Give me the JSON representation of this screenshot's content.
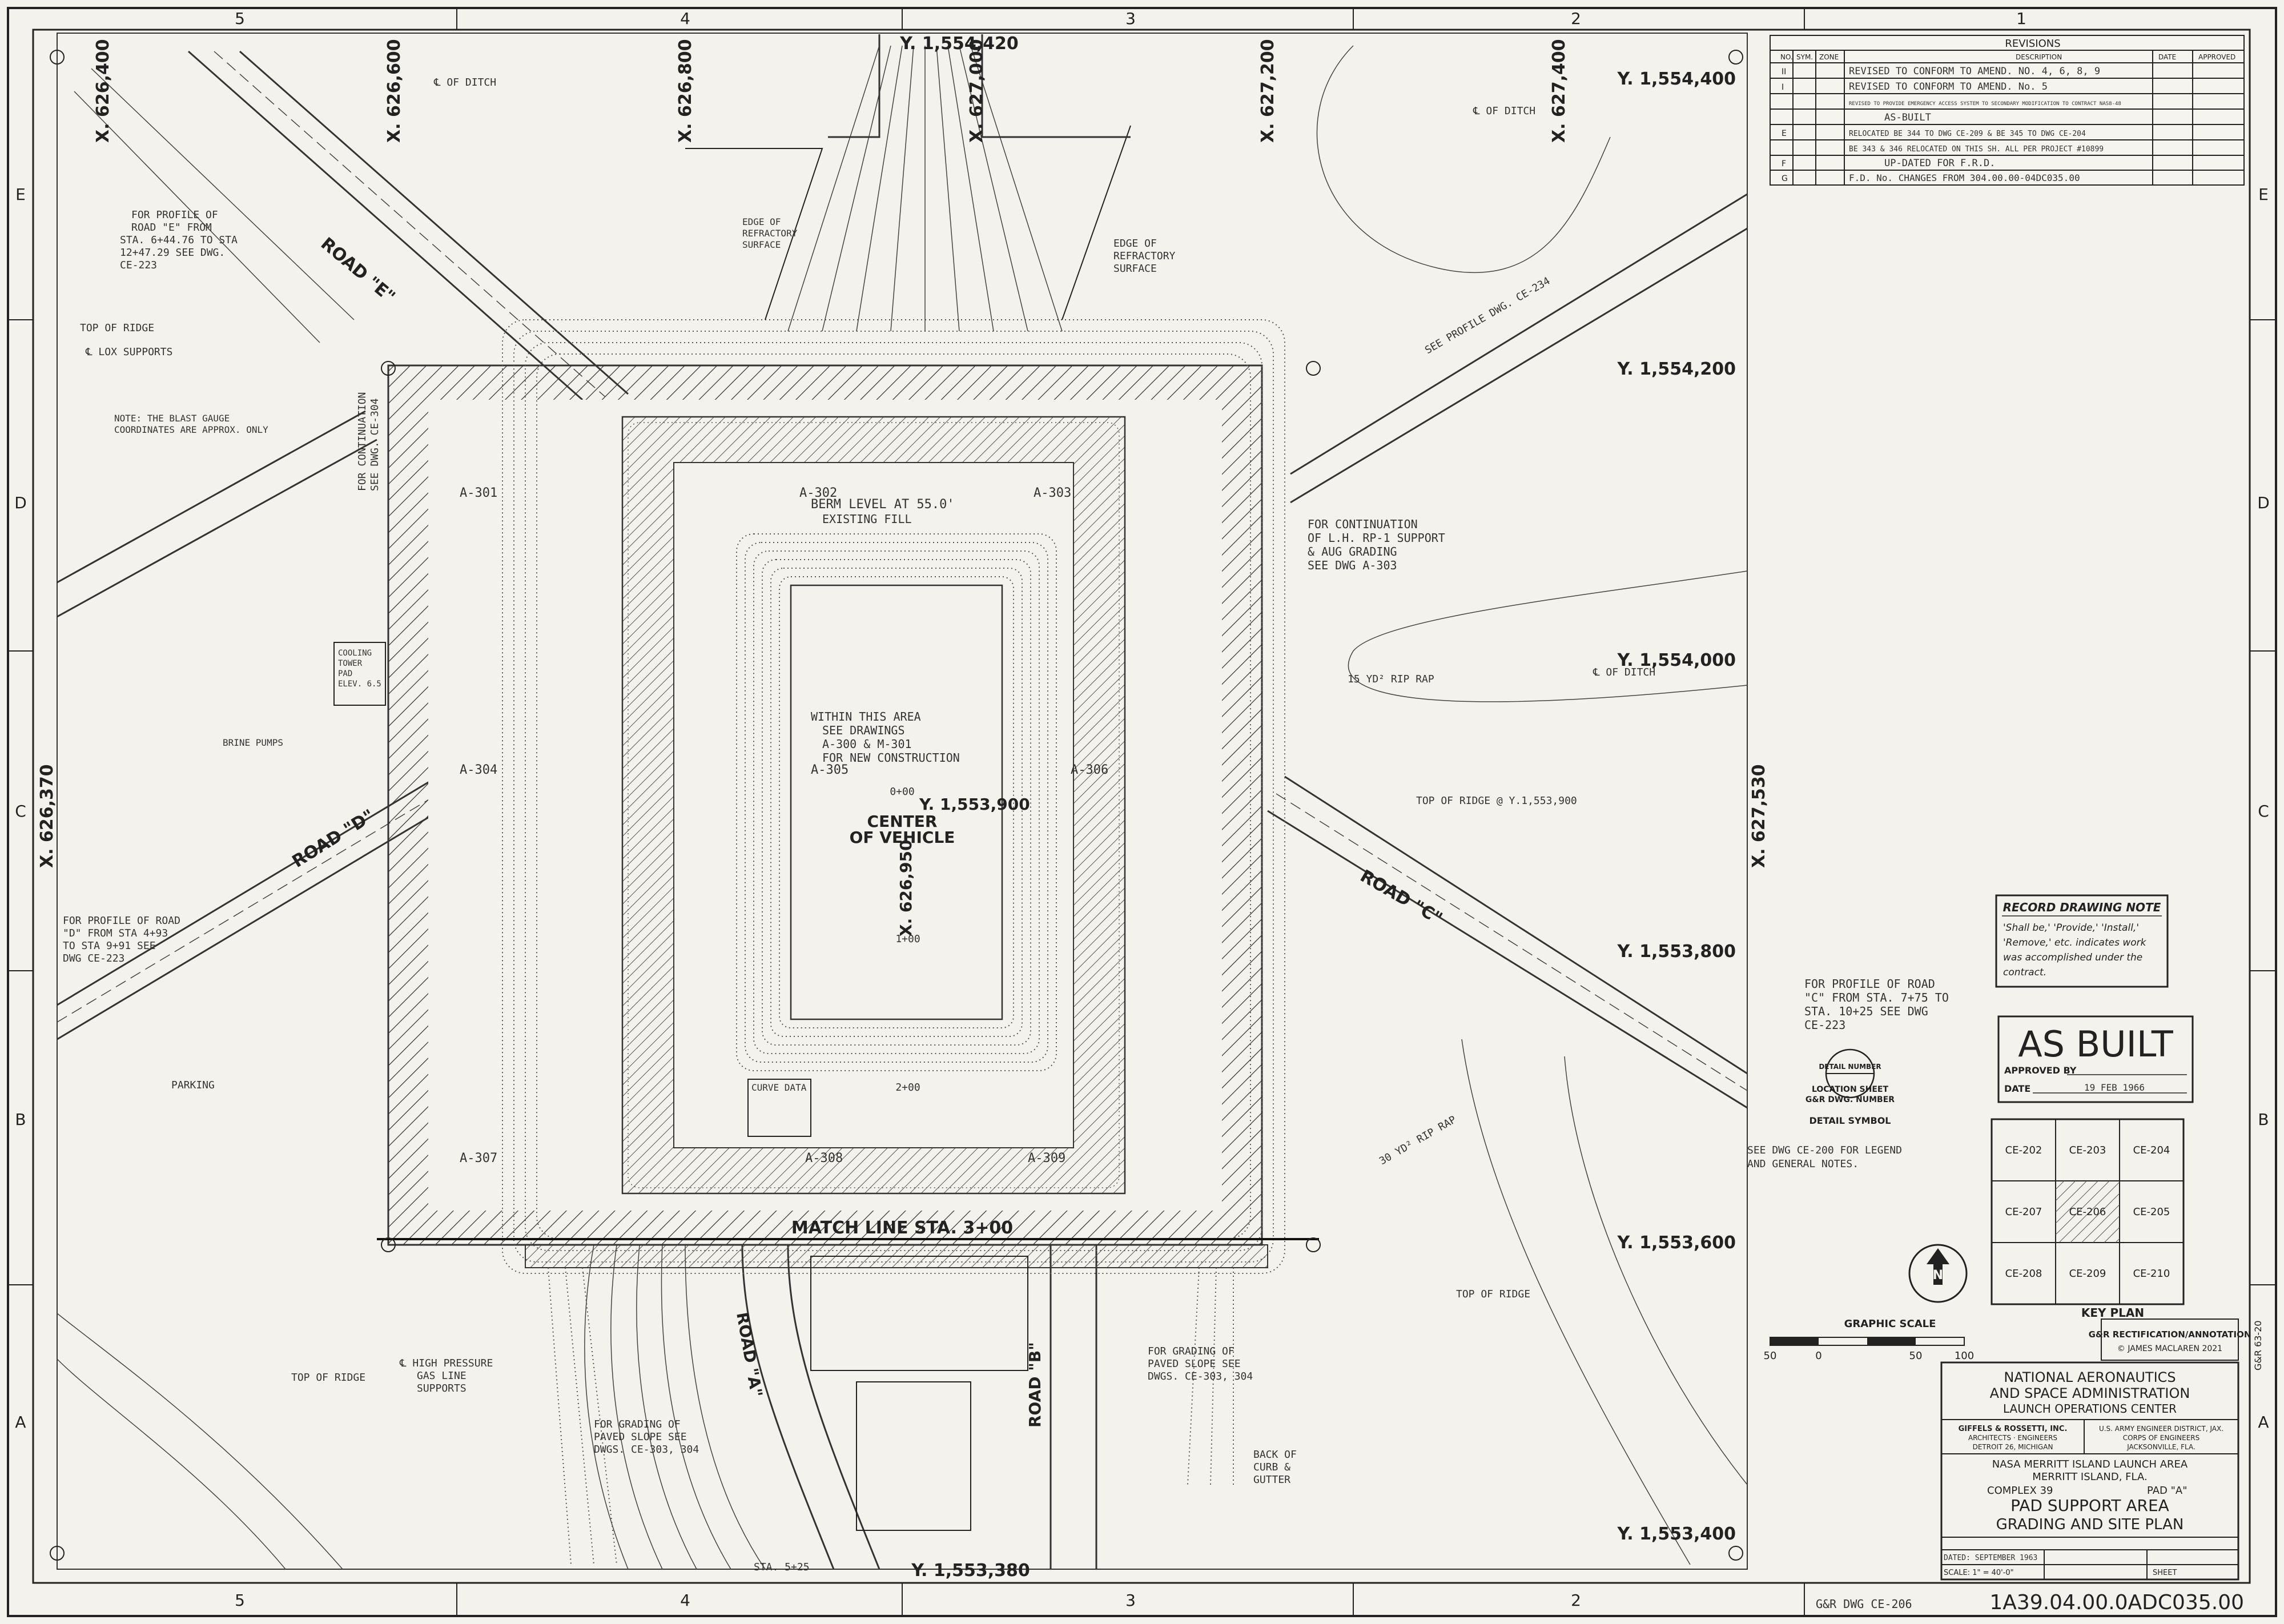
{
  "border": {
    "columns": [
      "5",
      "4",
      "3",
      "2",
      "1"
    ],
    "rows": [
      "E",
      "D",
      "C",
      "B",
      "A"
    ]
  },
  "coords": {
    "top_center": "Y. 1,554,420",
    "bottom_center": "Y. 1,553,380",
    "x_626400": "X. 626,400",
    "x_626600": "X. 626,600",
    "x_626800": "X. 626,800",
    "x_627000": "X. 627,000",
    "x_627200": "X. 627,200",
    "x_627400": "X. 627,400",
    "x_626370": "X. 626,370",
    "x_627530": "X. 627,530",
    "y_1554400": "Y. 1,554,400",
    "y_1554200": "Y. 1,554,200",
    "y_1554000": "Y. 1,554,000",
    "y_1553800": "Y. 1,553,800",
    "y_1553600": "Y. 1,553,600",
    "y_1553400": "Y. 1,553,400"
  },
  "plan": {
    "center_coord": "Y. 1,553,900",
    "center_label_1": "CENTER",
    "center_label_2": "OF VEHICLE",
    "center_x": "X. 626,950",
    "berm_1": "BERM LEVEL AT 55.0'",
    "berm_2": "EXISTING FILL",
    "within_1": "WITHIN THIS AREA",
    "within_2": "SEE DRAWINGS",
    "within_3": "A-300 & M-301",
    "within_4": "FOR NEW CONSTRUCTION",
    "match_line": "MATCH LINE STA. 3+00",
    "sheet_refs": [
      "A-301",
      "A-302",
      "A-303",
      "A-304",
      "A-305",
      "A-306",
      "A-307",
      "A-308",
      "A-309"
    ],
    "road_d": "ROAD \"D\"",
    "road_c": "ROAD \"C\"",
    "road_e": "ROAD \"E\"",
    "road_a": "ROAD \"A\"",
    "road_b": "ROAD \"B\"",
    "curve_data": "CURVE DATA",
    "sta_100": "1+00",
    "sta_200": "2+00",
    "sta_000": "0+00",
    "cont_1": "FOR CONTINUATION",
    "cont_2": "OF L.H. RP-1 SUPPORT",
    "cont_3": "& AUG GRADING",
    "cont_4": "SEE DWG A-303",
    "cont_left_1": "FOR CONTINUATION",
    "cont_left_2": "SEE DWG. CE-304",
    "profile_road_c_1": "FOR PROFILE OF ROAD",
    "profile_road_c_2": "\"C\" FROM STA. 7+75 TO",
    "profile_road_c_3": "STA. 10+25 SEE DWG",
    "profile_road_c_4": "CE-223",
    "profile_road_d_1": "FOR PROFILE OF ROAD",
    "profile_road_d_2": "\"D\" FROM STA 4+93",
    "profile_road_d_3": "TO STA 9+91 SEE",
    "profile_road_d_4": "DWG CE-223",
    "profile_road_e_1": "FOR PROFILE OF",
    "profile_road_e_2": "ROAD \"E\" FROM",
    "profile_road_e_3": "STA. 6+44.76 TO STA",
    "profile_road_e_4": "12+47.29 SEE DWG.",
    "profile_road_e_5": "CE-223",
    "top_of_ridge": "TOP OF RIDGE",
    "top_of_ridge_c": "TOP OF RIDGE @ Y.1,553,900",
    "cooling_1": "COOLING",
    "cooling_2": "TOWER",
    "cooling_3": "PAD",
    "cooling_4": "ELEV. 6.5",
    "brine_pumps": "BRINE PUMPS",
    "parking": "PARKING",
    "ditch": "℄ OF DITCH",
    "rip_rap_15": "15 YD² RIP RAP",
    "rip_rap_30": "30 YD² RIP RAP",
    "high_pressure_1": "℄ HIGH PRESSURE",
    "high_pressure_2": "GAS LINE",
    "high_pressure_3": "SUPPORTS",
    "back_curb_1": "BACK OF",
    "back_curb_2": "CURB &",
    "back_curb_3": "GUTTER",
    "grading_paved_1": "FOR GRADING OF",
    "grading_paved_2": "PAVED SLOPE SEE",
    "grading_paved_3": "DWGS. CE-303, 304",
    "refractory_1": "EDGE OF",
    "refractory_2": "REFRACTORY",
    "refractory_3": "SURFACE",
    "lox_supports": "℄ LOX SUPPORTS",
    "see_profile_ce234": "SEE PROFILE DWG. CE-234",
    "blast_gauge_1": "NOTE: THE BLAST GAUGE",
    "blast_gauge_2": "COORDINATES ARE APPROX. ONLY"
  },
  "revisions": {
    "title": "REVISIONS",
    "headers": [
      "NO.",
      "SYM.",
      "ZONE",
      "DESCRIPTION",
      "DATE",
      "APPROVED"
    ],
    "rows": [
      {
        "no": "II",
        "desc": "REVISED TO CONFORM TO AMEND. NO. 4, 6, 8, 9"
      },
      {
        "no": "I",
        "desc": "REVISED TO CONFORM TO AMEND. No. 5"
      },
      {
        "no": "",
        "desc": "REVISED TO PROVIDE EMERGENCY ACCESS SYSTEM TO SECONDARY MODIFICATION TO CONTRACT NAS8-48"
      },
      {
        "no": "",
        "desc": "AS-BUILT"
      },
      {
        "no": "E",
        "desc": "RELOCATED BE 344 TO DWG CE-209 & BE 345 TO DWG CE-204"
      },
      {
        "no": "",
        "desc": "BE 343 & 346 RELOCATED ON THIS SH. ALL PER PROJECT #10899"
      },
      {
        "no": "F",
        "desc": "UP-DATED FOR F.R.D."
      },
      {
        "no": "G",
        "desc": "F.D. No. CHANGES FROM 304.00.00-04DC035.00"
      }
    ]
  },
  "record_note": {
    "title": "RECORD DRAWING NOTE",
    "line1": "'Shall be,' 'Provide,' 'Install,'",
    "line2": "'Remove,' etc. indicates work",
    "line3": "was accomplished under the",
    "line4": "contract."
  },
  "as_built": {
    "stamp": "AS BUILT",
    "approved": "APPROVED BY",
    "date_label": "DATE",
    "date": "19 FEB 1966"
  },
  "detail_symbol": {
    "top": "DETAIL NUMBER",
    "mid": "LOCATION SHEET",
    "bot": "G&R DWG. NUMBER",
    "caption": "DETAIL SYMBOL"
  },
  "legend_note": {
    "line1": "SEE DWG CE-200 FOR LEGEND",
    "line2": "AND GENERAL NOTES."
  },
  "key_plan": {
    "title": "KEY PLAN",
    "cells": [
      "CE-202",
      "CE-203",
      "CE-204",
      "CE-207",
      "CE-206",
      "CE-205",
      "CE-208",
      "CE-209",
      "CE-210"
    ]
  },
  "north": "N",
  "graphic_scale": {
    "title": "GRAPHIC SCALE",
    "ticks": [
      "50",
      "0",
      "50",
      "100"
    ]
  },
  "title_block": {
    "rectification": "G&R RECTIFICATION/ANNOTATION",
    "copyright": "© JAMES MACLAREN 2021",
    "agency_1": "NATIONAL AERONAUTICS",
    "agency_2": "AND SPACE ADMINISTRATION",
    "agency_3": "LAUNCH OPERATIONS CENTER",
    "architect_1": "GIFFELS & ROSSETTI, INC.",
    "architect_2": "ARCHITECTS · ENGINEERS",
    "architect_3": "DETROIT 26, MICHIGAN",
    "corps_1": "U.S. ARMY ENGINEER DISTRICT, JAX.",
    "corps_2": "CORPS OF ENGINEERS",
    "corps_3": "JACKSONVILLE, FLA.",
    "project_1": "NASA MERRITT ISLAND LAUNCH AREA",
    "project_2": "MERRITT ISLAND, FLA.",
    "complex": "COMPLEX 39",
    "pad": "PAD \"A\"",
    "title_1": "PAD SUPPORT AREA",
    "title_2": "GRADING AND SITE PLAN",
    "scale": "SCALE: 1\" = 40'-0\"",
    "dated": "DATED: SEPTEMBER 1963",
    "sheet": "SHEET",
    "gr_dwg": "G&R DWG CE-206",
    "side_tag": "G&R 63-20"
  },
  "drawing_number": "1A39.04.00.0ADC035.00",
  "bottom_sta": "STA. 5+25"
}
